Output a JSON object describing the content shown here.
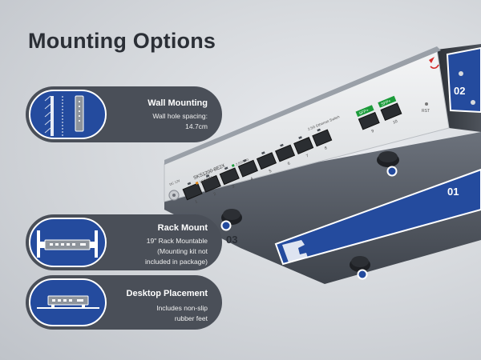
{
  "title": "Mounting Options",
  "options": [
    {
      "heading": "Wall Mounting",
      "lines": [
        "Wall hole spacing:",
        "14.7cm"
      ]
    },
    {
      "heading": "Rack Mount",
      "lines": [
        "19\" Rack Mountable",
        "(Mounting kit not",
        "included in package)"
      ]
    },
    {
      "heading": "Desktop Placement",
      "lines": [
        "Includes non-slip",
        "rubber feet"
      ]
    }
  ],
  "badges": {
    "one": "01",
    "two": "02",
    "three": "03"
  },
  "device": {
    "model": "SKS1200-8E2X",
    "sublabel": "2.5G Ethernet Switch",
    "port_numbers": [
      "1",
      "2",
      "3",
      "4",
      "5",
      "6",
      "7",
      "8"
    ],
    "sfp_labels": [
      "SFP+",
      "SFP+"
    ],
    "sfp_numbers": [
      "9",
      "10"
    ],
    "rst": "RST",
    "dc": "DC 12V",
    "led_legend": [
      "2.5G/10G",
      "1G/100M"
    ]
  },
  "colors": {
    "accent": "#244b9e",
    "pill": "#4a4f58",
    "title": "#2b2f36",
    "brand": "#d52b2b"
  },
  "icons": [
    "wall-mount-icon",
    "rack-mount-icon",
    "desktop-icon",
    "logo-icon"
  ]
}
